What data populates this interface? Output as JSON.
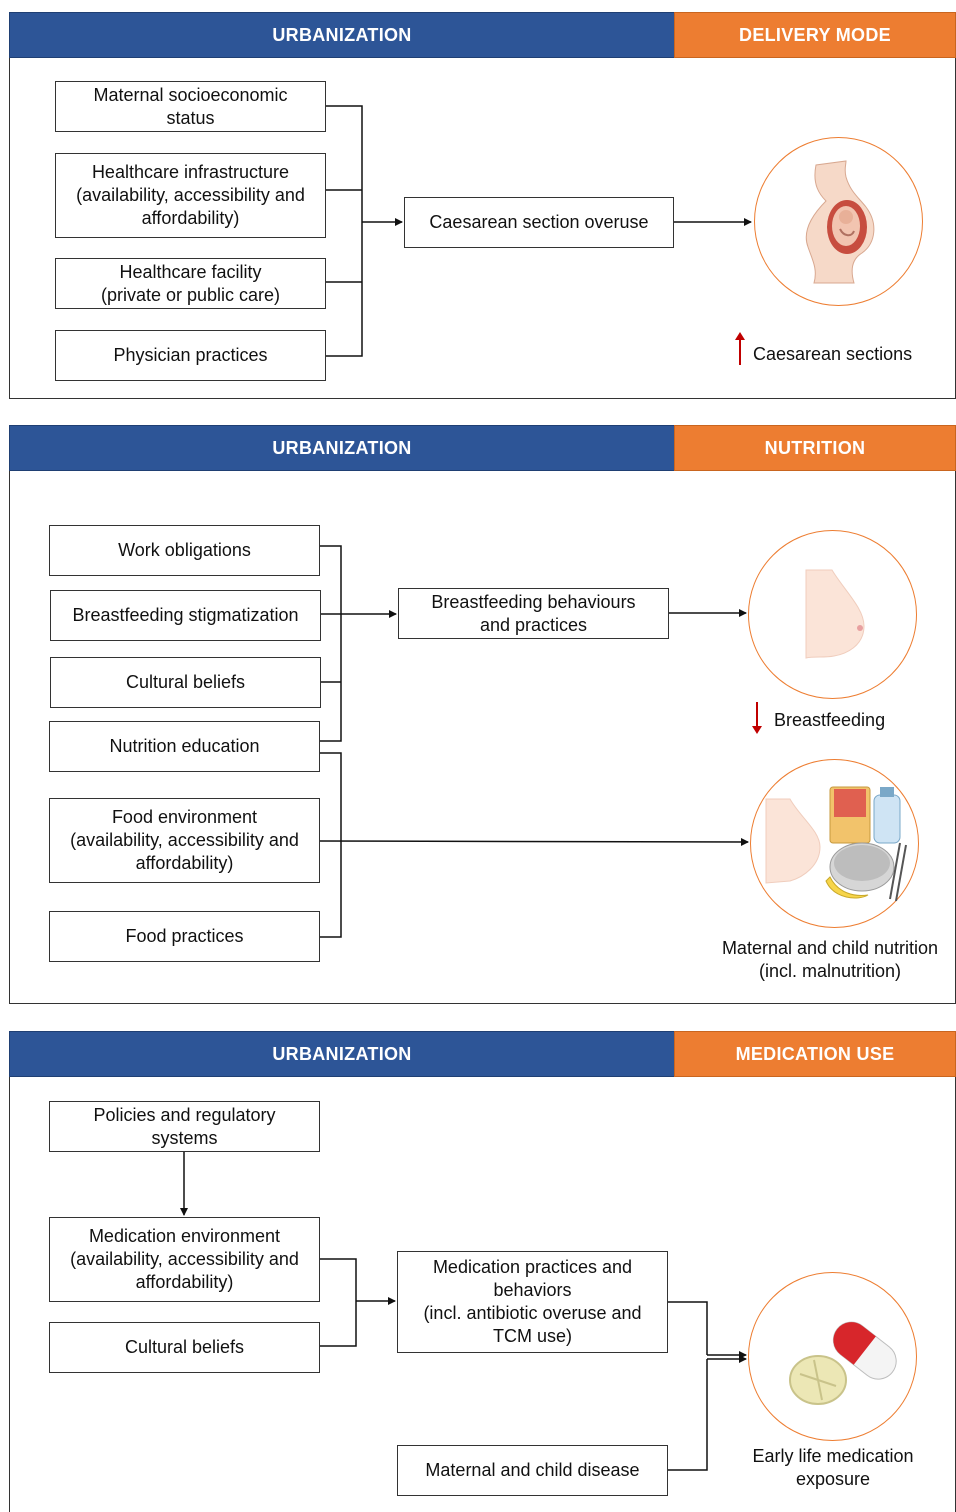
{
  "panels": {
    "delivery": {
      "header_left": "URBANIZATION",
      "header_right": "DELIVERY MODE",
      "factors": [
        "Maternal socioeconomic\nstatus",
        "Healthcare infrastructure\n(availability, accessibility and\naffordability)",
        "Healthcare facility\n(private or public care)",
        "Physician practices"
      ],
      "middle": "Caesarean section overuse",
      "outcome": "Caesarean sections",
      "outcome_direction": "up",
      "icon": "pregnancy-icon"
    },
    "nutrition": {
      "header_left": "URBANIZATION",
      "header_right": "NUTRITION",
      "factors": [
        "Work obligations",
        "Breastfeeding stigmatization",
        "Cultural beliefs",
        "Nutrition education",
        "Food environment\n(availability, accessibility and\naffordability)",
        "Food practices"
      ],
      "middle": "Breastfeeding behaviours\nand practices",
      "outcome_breastfeeding": "Breastfeeding",
      "outcome_direction": "down",
      "outcome_nutrition": "Maternal and child nutrition\n(incl. malnutrition)",
      "icon_breast": "breast-icon",
      "icon_food": "food-icon"
    },
    "medication": {
      "header_left": "URBANIZATION",
      "header_right": "MEDICATION USE",
      "policies": "Policies and regulatory\nsystems",
      "environment": "Medication environment\n(availability, accessibility and\naffordability)",
      "cultural": "Cultural beliefs",
      "middle": "Medication practices and\nbehaviors\n(incl. antibiotic overuse and\nTCM use)",
      "disease": "Maternal and child disease",
      "outcome": "Early life medication\nexposure",
      "icon": "pills-icon"
    }
  },
  "colors": {
    "header_blue": "#2d5597",
    "header_orange": "#ed7d31",
    "arrow_red": "#c00000",
    "circle_border": "#ed7d31"
  }
}
